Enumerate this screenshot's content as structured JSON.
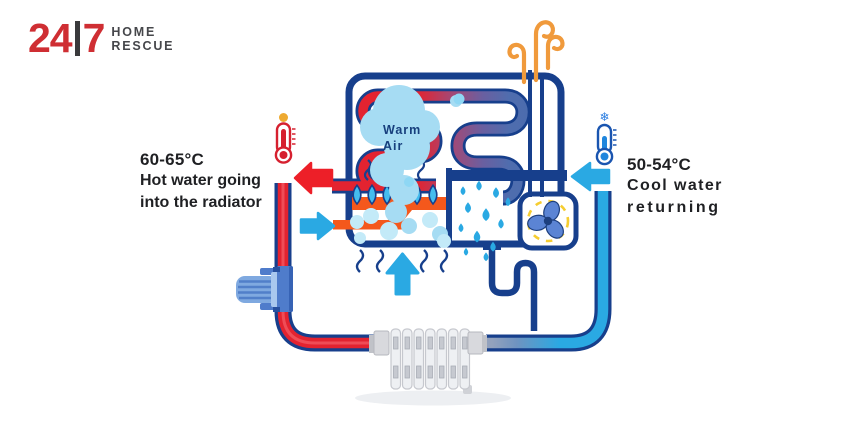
{
  "logo": {
    "left_digits": "24",
    "right_digit": "7",
    "word_top": "HOME",
    "word_bottom": "RESCUE"
  },
  "hot_label": {
    "temperature": "60-65°C",
    "line1": "Hot water going",
    "line2": "into the radiator"
  },
  "cool_label": {
    "temperature": "50-54°C",
    "line1": "Cool water",
    "line2": "returning"
  },
  "boiler": {
    "warm_air_line1": "Warm",
    "warm_air_line2": "Air"
  },
  "glyphs": {
    "snowflake": "❄"
  },
  "colors": {
    "hot_red": "#e32330",
    "cool_blue": "#2aa9e3",
    "outline_navy": "#173f8c",
    "burner_orange": "#f4581c",
    "flue_orange": "#f09a3c",
    "cloud_blue": "#a6dcf3",
    "fan_blue": "#5b84d4",
    "fan_ring_yellow": "#f6cd30",
    "logo_red": "#cf2e33",
    "logo_dark": "#3a3a3c",
    "radiator_grey": "#eef0f3"
  }
}
